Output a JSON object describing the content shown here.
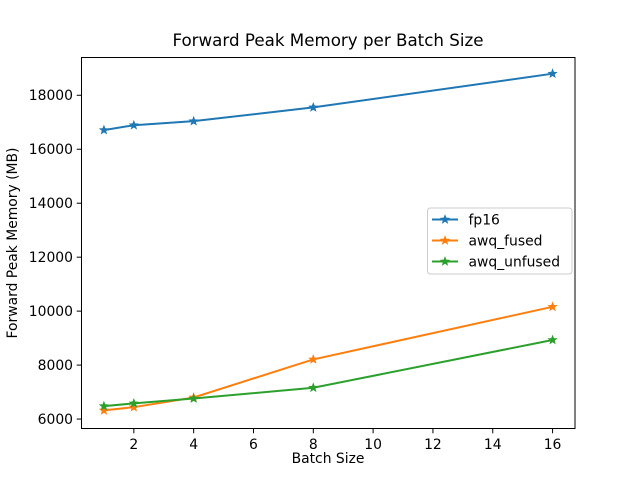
{
  "figure": {
    "background": "#ffffff",
    "text_color": "#000000",
    "spine_color": "#000000"
  },
  "chart_data": {
    "type": "line",
    "title": "Forward Peak Memory per Batch Size",
    "xlabel": "Batch Size",
    "ylabel": "Forward Peak Memory (MB)",
    "x": [
      1,
      2,
      4,
      8,
      16
    ],
    "series": [
      {
        "name": "fp16",
        "color": "#1f77b4",
        "values": [
          16710,
          16890,
          17040,
          17550,
          18800
        ]
      },
      {
        "name": "awq_fused",
        "color": "#ff7f0e",
        "values": [
          6320,
          6440,
          6800,
          8210,
          10160
        ]
      },
      {
        "name": "awq_unfused",
        "color": "#2ca02c",
        "values": [
          6480,
          6580,
          6760,
          7160,
          8930
        ]
      }
    ],
    "marker": "star",
    "xlim": [
      0.25,
      16.75
    ],
    "ylim": [
      5650,
      19400
    ],
    "xticks": [
      2,
      4,
      6,
      8,
      10,
      12,
      14,
      16
    ],
    "yticks": [
      6000,
      8000,
      10000,
      12000,
      14000,
      16000,
      18000
    ],
    "grid": false,
    "legend_position": "center right",
    "legend_border_color": "#cccccc",
    "legend_background": "#ffffff"
  }
}
